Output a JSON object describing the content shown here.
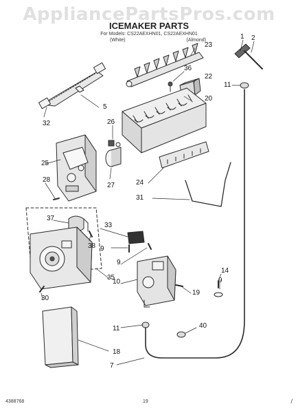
{
  "watermark": "AppliancePartsPros.com",
  "header": {
    "title": "ICEMAKER PARTS",
    "models_line": "For Models: CS22AEXHN01, CS22AEXHN01",
    "variants": [
      "(White)",
      "(Almond)"
    ]
  },
  "footer": {
    "part_number": "4388768",
    "page_number": "19",
    "corner_mark": "/"
  },
  "colors": {
    "line": "#2a2a2a",
    "part_fill": "#f4f4f4",
    "part_shade": "#d6d6d6",
    "dark": "#555555"
  },
  "callouts": [
    "1",
    "2",
    "23",
    "36",
    "22",
    "11",
    "5",
    "20",
    "26",
    "32",
    "25",
    "27",
    "28",
    "24",
    "31",
    "37",
    "33",
    "38",
    "9",
    "9",
    "10",
    "19",
    "14",
    "9",
    "30",
    "35",
    "11",
    "40",
    "18",
    "7"
  ]
}
